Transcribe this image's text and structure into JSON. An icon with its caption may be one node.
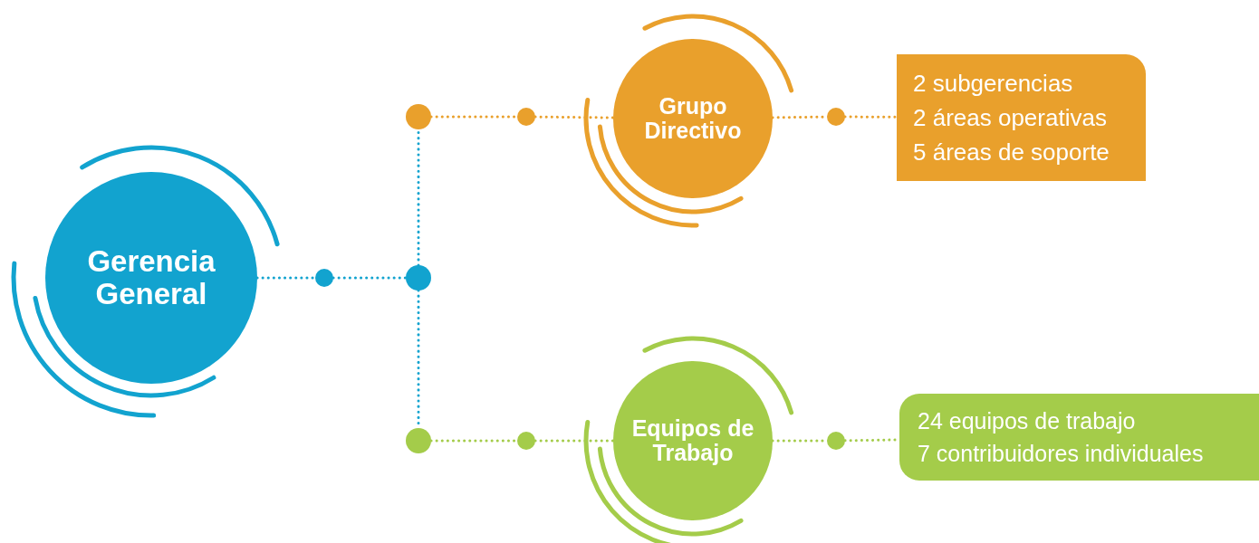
{
  "diagram": {
    "nodes": [
      {
        "text": [
          "Gerencia General"
        ]
      },
      {
        "text": [],
        "shape": "circle"
      },
      {
        "text": [],
        "shape": "circle"
      },
      {
        "text": [],
        "shape": "circle"
      },
      {
        "text": [],
        "shape": "circle"
      },
      {
        "text": [
          "Grupo Directivo"
        ]
      },
      {
        "text": [],
        "shape": "circle"
      },
      {
        "text": [
          "2 subgerencias",
          "2 áreas operativas",
          "5 áreas de soporte"
        ]
      },
      {
        "text": [],
        "shape": "circle"
      },
      {
        "text": [],
        "shape": "circle"
      },
      {
        "text": [
          "Equipos de Trabajo"
        ]
      },
      {
        "text": [],
        "shape": "circle"
      },
      {
        "text": [
          "24 equipos de trabajo",
          "7 contribuidores individuales"
        ]
      }
    ],
    "edges": [
      {
        "from": 0,
        "to": 1,
        "arrow": "none",
        "style": "dashed",
        "color": "#12a3cf"
      },
      {
        "from": 1,
        "to": 2,
        "arrow": "none",
        "style": "dashed",
        "color": "#12a3cf"
      },
      {
        "from": 2,
        "to": 3,
        "arrow": "none",
        "style": "dashed",
        "color": "#12a3cf"
      },
      {
        "from": 2,
        "to": 8,
        "arrow": "none",
        "style": "dashed",
        "color": "#12a3cf"
      },
      {
        "from": 3,
        "to": 4,
        "arrow": "none",
        "style": "dashed",
        "color": "#e9a02c"
      },
      {
        "from": 4,
        "to": 5,
        "arrow": "none",
        "style": "dashed",
        "color": "#e9a02c"
      },
      {
        "from": 5,
        "to": 6,
        "arrow": "none",
        "style": "dashed",
        "color": "#e9a02c"
      },
      {
        "from": 6,
        "to": 7,
        "arrow": "none",
        "style": "dashed",
        "color": "#e9a02c"
      },
      {
        "from": 8,
        "to": 9,
        "arrow": "none",
        "style": "dashed",
        "color": "#a4cc4a"
      },
      {
        "from": 9,
        "to": 10,
        "arrow": "none",
        "style": "dashed",
        "color": "#a4cc4a"
      },
      {
        "from": 10,
        "to": 11,
        "arrow": "none",
        "style": "dashed",
        "color": "#a4cc4a"
      },
      {
        "from": 11,
        "to": 12,
        "arrow": "none",
        "style": "dashed",
        "color": "#a4cc4a"
      }
    ]
  }
}
